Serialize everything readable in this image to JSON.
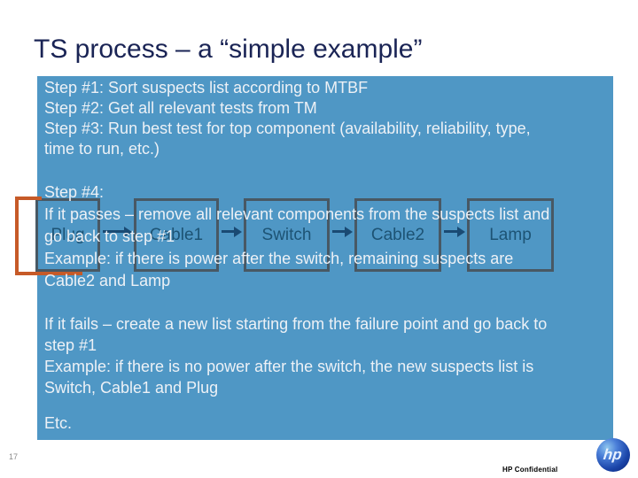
{
  "slide": {
    "title": "TS process – a “simple example”",
    "page_number": "17",
    "footer_label": "HP Confidential",
    "logo_text": "hp"
  },
  "content": {
    "steps_block": "Step #1: Sort suspects list according to MTBF\nStep #2: Get all relevant tests from TM\nStep #3: Run best test for top component (availability, reliability, type,\ntime to run, etc.)",
    "pass_block": "Step #4:\nIf it passes – remove all relevant components from the suspects list and\ngo back to step #1\nExample: if there is power after the switch, remaining suspects are\nCable2 and Lamp",
    "fail_block": "If it fails – create a new list starting from the failure point and go back to\nstep #1\nExample: if there is no power after the switch, the new suspects list is\nSwitch, Cable1 and Plug",
    "etc_block": "Etc."
  },
  "diagram": {
    "boxes": [
      {
        "label": "Plug"
      },
      {
        "label": "Cable1"
      },
      {
        "label": "Switch"
      },
      {
        "label": "Cable2"
      },
      {
        "label": "Lamp"
      }
    ],
    "arrow_count": 4,
    "highlight": "failure-bracket-around-plug"
  },
  "colors": {
    "block_background": "#4f97c5",
    "body_text": "#edf1f6",
    "title_text": "#1a2455",
    "box_border": "#485864",
    "box_label": "#1d5374",
    "arrow": "#1a4a73",
    "highlight_bracket": "#c65a28",
    "logo_blue": "#1a44a8"
  }
}
